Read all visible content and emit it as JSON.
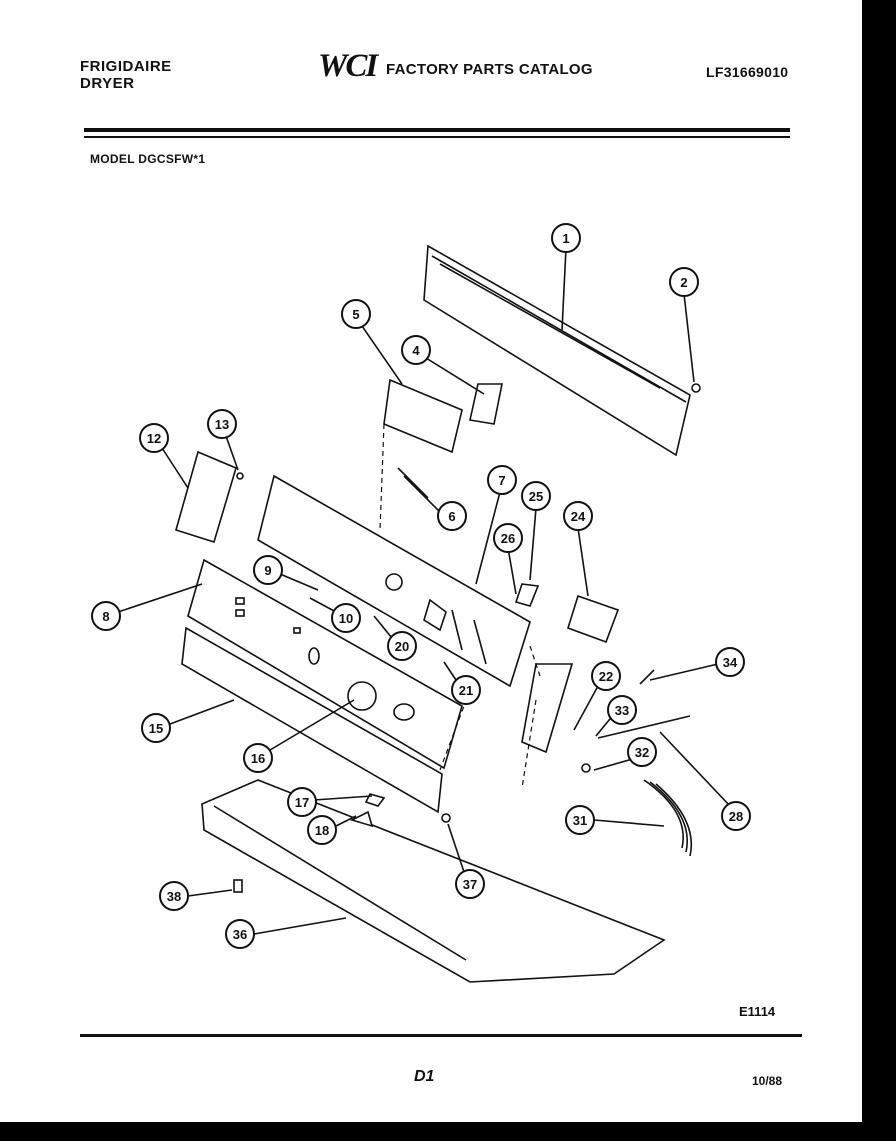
{
  "header": {
    "brand_line1": "FRIGIDAIRE",
    "brand_line2": "DRYER",
    "logo_text": "WCI",
    "catalog_title": "FACTORY PARTS CATALOG",
    "part_number": "LF31669010"
  },
  "model": "MODEL DGCSFW*1",
  "callouts": [
    "1",
    "2",
    "4",
    "5",
    "6",
    "7",
    "8",
    "9",
    "10",
    "12",
    "13",
    "15",
    "16",
    "17",
    "18",
    "20",
    "21",
    "22",
    "24",
    "25",
    "26",
    "28",
    "31",
    "32",
    "33",
    "34",
    "36",
    "37",
    "38"
  ],
  "footer": {
    "figure_code": "E1114",
    "page_label": "D1",
    "date": "10/88"
  }
}
